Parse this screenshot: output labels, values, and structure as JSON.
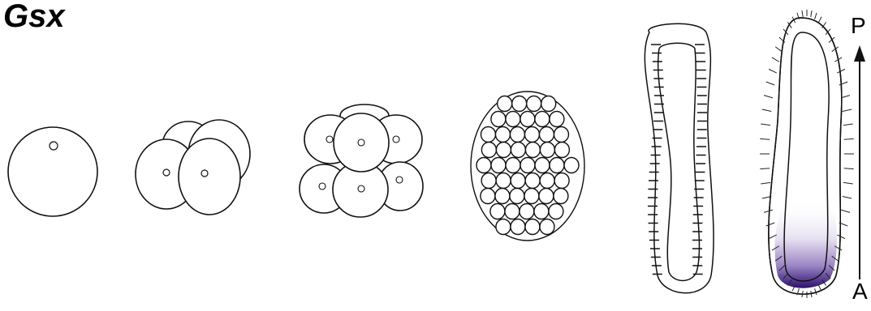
{
  "title": "Gsx",
  "axis": {
    "posterior_label": "P",
    "anterior_label": "A"
  },
  "colors": {
    "line": "#111111",
    "expression": "#3a1a7a",
    "expression_light": "#d9d0ea"
  }
}
